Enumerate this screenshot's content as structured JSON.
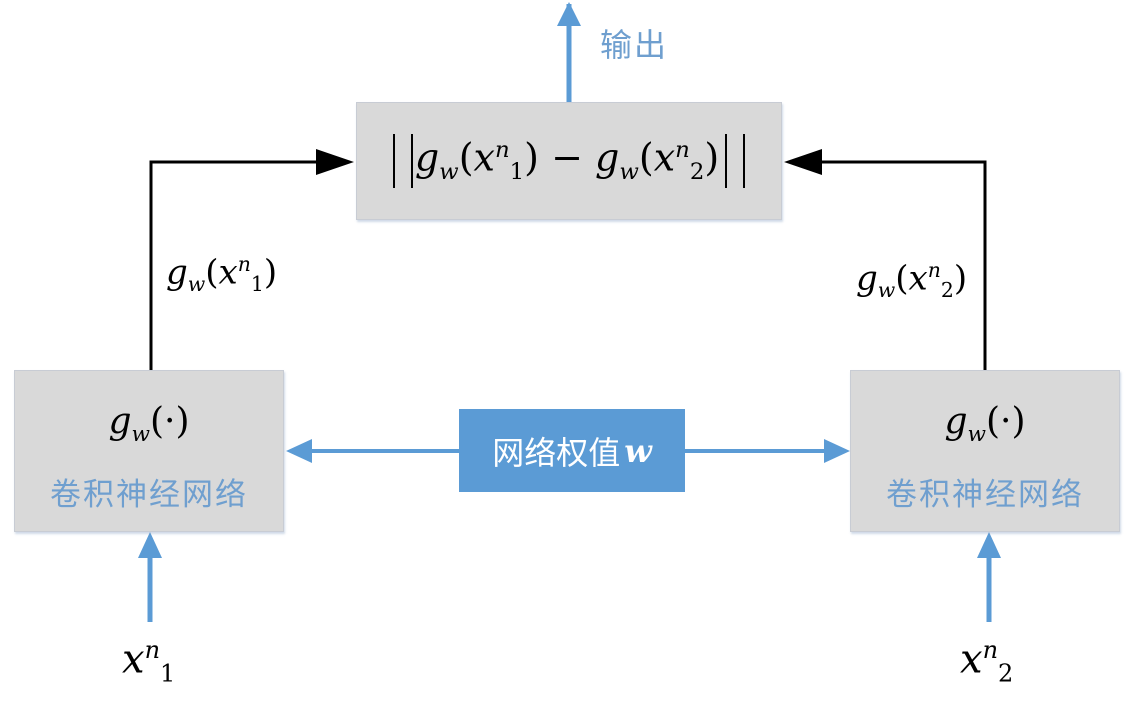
{
  "output_label": "输出",
  "distance_formula": {
    "g": "g",
    "w": "w",
    "x": "x",
    "n": "n",
    "left_paren": "(",
    "right_paren": ")",
    "index1": "1",
    "index2": "2",
    "minus": "−"
  },
  "left_network": {
    "func_g": "g",
    "func_w": "w",
    "func_arg": "(·)",
    "label": "卷积神经网络"
  },
  "right_network": {
    "func_g": "g",
    "func_w": "w",
    "func_arg": "(·)",
    "label": "卷积神经网络"
  },
  "shared_weights": {
    "label": "网络权值",
    "symbol": "w"
  },
  "left_edge_label": {
    "g": "g",
    "w": "w",
    "x": "x",
    "n": "n",
    "index": "1"
  },
  "right_edge_label": {
    "g": "g",
    "w": "w",
    "x": "x",
    "n": "n",
    "index": "2"
  },
  "input_left": {
    "x": "x",
    "n": "n",
    "index": "1"
  },
  "input_right": {
    "x": "x",
    "n": "n",
    "index": "2"
  },
  "colors": {
    "accent_blue": "#5b9bd5",
    "box_gray": "#d9d9d9",
    "text_blue": "#6f9fcf",
    "arrow_black": "#000000"
  }
}
